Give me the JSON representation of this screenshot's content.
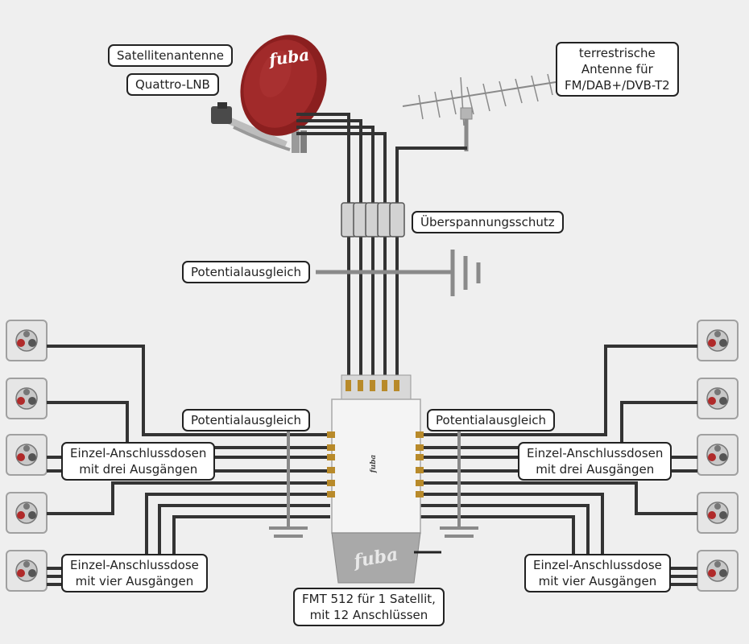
{
  "labels": {
    "sat_antenna": "Satellitenantenne",
    "lnb": "Quattro-LNB",
    "terrestrial": [
      "terrestrische",
      "Antenne für",
      "FM/DAB+/DVB-T2"
    ],
    "surge": "Überspannungsschutz",
    "ground_top": "Potentialausgleich",
    "ground_left": "Potentialausgleich",
    "ground_right": "Potentialausgleich",
    "left_three": [
      "Einzel-Anschlussdosen",
      "mit drei Ausgängen"
    ],
    "right_three": [
      "Einzel-Anschlussdosen",
      "mit drei Ausgängen"
    ],
    "left_four": [
      "Einzel-Anschlussdose",
      "mit vier Ausgängen"
    ],
    "right_four": [
      "Einzel-Anschlussdose",
      "mit vier Ausgängen"
    ],
    "multiswitch": [
      "FMT 512 für 1 Satellit,",
      "mit 12 Anschlüssen"
    ]
  },
  "brand": {
    "dish_logo": "fuba",
    "switch_logo": "fuba"
  },
  "colors": {
    "background": "#efefef",
    "dish": "#8b1f1f",
    "cable": "#333333",
    "ground_cable": "#8a8a8a",
    "switch_body": "#f4f4f4",
    "switch_cover": "#a9a9a9"
  }
}
